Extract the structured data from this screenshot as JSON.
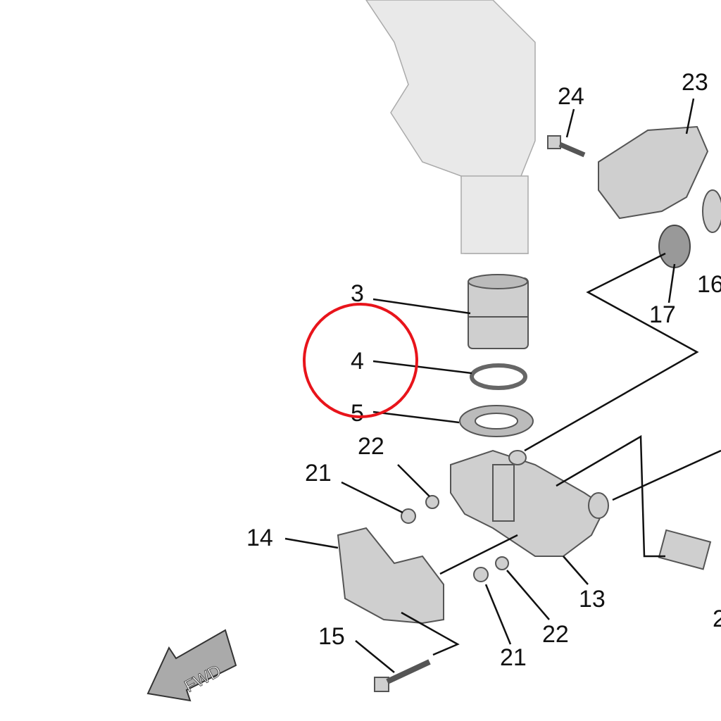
{
  "diagram": {
    "labels": {
      "p3": "3",
      "p4": "4",
      "p5": "5",
      "p22a": "22",
      "p21a": "21",
      "p14": "14",
      "p15": "15",
      "p21b": "21",
      "p22b": "22",
      "p13": "13",
      "p24": "24",
      "p23": "23",
      "p17": "17",
      "p16": "16",
      "p2": "2"
    },
    "fwd_arrow": "FWD",
    "highlight_color": "#e8141b"
  }
}
